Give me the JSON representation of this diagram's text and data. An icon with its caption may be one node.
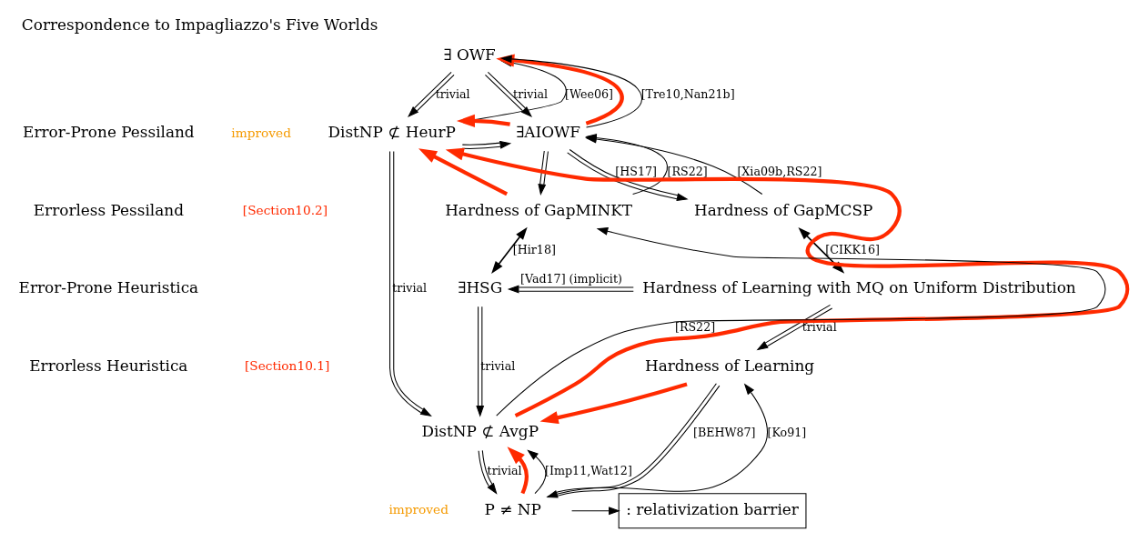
{
  "diagram": {
    "title": "Correspondence to Impagliazzo's Five Worlds",
    "nodes": [
      {
        "text": [
          "∃ OWF"
        ]
      },
      {
        "text": [
          "DistNP ⊄ HeurP"
        ]
      },
      {
        "text": [
          "∃AIOWF"
        ]
      },
      {
        "text": [
          "Hardness of GapMINKT"
        ]
      },
      {
        "text": [
          "Hardness of GapMCSP"
        ]
      },
      {
        "text": [
          "∃HSG"
        ]
      },
      {
        "text": [
          "Hardness of Learning with MQ on Uniform Distribution"
        ]
      },
      {
        "text": [
          "DistNP ⊄ AvgP"
        ]
      },
      {
        "text": [
          "Hardness of Learning"
        ]
      },
      {
        "text": [
          "P ≠ NP"
        ]
      }
    ],
    "edges": [
      {
        "from": 0,
        "to": 1,
        "arrow": "to",
        "label": "trivial"
      },
      {
        "from": 1,
        "to": 0,
        "arrow": "to",
        "label": "[Wee06]"
      },
      {
        "from": 1,
        "to": 2,
        "arrow": "to"
      },
      {
        "from": 2,
        "to": 1,
        "arrow": "to",
        "style": "thick",
        "color": "#ff2a00"
      },
      {
        "from": 0,
        "to": 2,
        "arrow": "to",
        "label": "trivial"
      },
      {
        "from": 2,
        "to": 0,
        "arrow": "to",
        "style": "thick",
        "color": "#ff2a00"
      },
      {
        "from": 2,
        "to": 0,
        "arrow": "to",
        "label": "[Tre10,Nan21b]"
      },
      {
        "from": 3,
        "to": 2,
        "arrow": "to",
        "label": "[RS22]"
      },
      {
        "from": 2,
        "to": 3,
        "arrow": "to"
      },
      {
        "from": 2,
        "to": 4,
        "arrow": "to",
        "label": "[HS17]"
      },
      {
        "from": 4,
        "to": 2,
        "arrow": "to",
        "label": "[Xia09b,RS22]"
      },
      {
        "from": 3,
        "to": 1,
        "arrow": "to",
        "style": "thick",
        "color": "#ff2a00"
      },
      {
        "from": 1,
        "to": 7,
        "arrow": "to",
        "label": "trivial"
      },
      {
        "from": 7,
        "to": 1,
        "arrow": "to",
        "style": "thick",
        "color": "#ff2a00"
      },
      {
        "from": 3,
        "to": 5,
        "arrow": "both",
        "label": "[Hir18]"
      },
      {
        "from": 4,
        "to": 6,
        "arrow": "both",
        "label": "[CIKK16]"
      },
      {
        "from": 6,
        "to": 5,
        "arrow": "to",
        "label": "[Vad17] (implicit)"
      },
      {
        "from": 5,
        "to": 7,
        "arrow": "to",
        "label": "trivial"
      },
      {
        "from": 7,
        "to": 3,
        "arrow": "to",
        "label": "[RS22]"
      },
      {
        "from": 8,
        "to": 7,
        "arrow": "to",
        "style": "thick",
        "color": "#ff2a00"
      },
      {
        "from": 6,
        "to": 8,
        "arrow": "to",
        "label": "trivial"
      },
      {
        "from": 7,
        "to": 9,
        "arrow": "to",
        "label": "trivial"
      },
      {
        "from": 9,
        "to": 7,
        "arrow": "to",
        "style": "thick",
        "color": "#ff2a00"
      },
      {
        "from": 9,
        "to": 7,
        "arrow": "to",
        "label": "[Imp11,Wat12]"
      },
      {
        "from": 8,
        "to": 9,
        "arrow": "to",
        "label": "[BEHW87]"
      },
      {
        "from": 9,
        "to": 8,
        "arrow": "to",
        "label": "[Ko91]"
      }
    ],
    "labels": [
      "Error-Prone Pessiland",
      "Errorless Pessiland",
      "Error-Prone Heuristica",
      "Errorless Heuristica",
      "improved",
      "[Section10.2]",
      "[Section10.1]",
      "improved"
    ],
    "legend": [
      {
        "text": ": relativization barrier"
      }
    ]
  }
}
